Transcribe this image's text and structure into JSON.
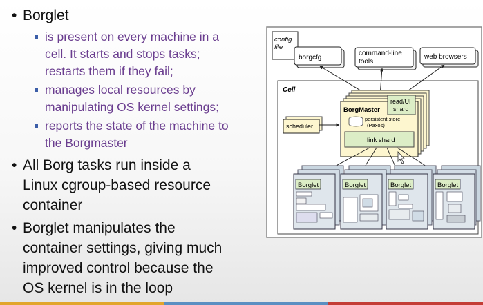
{
  "slide": {
    "bullet1": {
      "text": "Borglet"
    },
    "sub_bullets": [
      {
        "lines": [
          "is present on every machine in a",
          "cell. It starts and stops tasks;",
          "restarts them if they fail;"
        ]
      },
      {
        "lines": [
          "manages local resources by",
          "manipulating OS kernel settings;"
        ]
      },
      {
        "lines": [
          "reports the state of the machine to",
          "the Borgmaster"
        ]
      }
    ],
    "bullet2": {
      "lines": [
        "All Borg tasks run inside a",
        "Linux cgroup-based resource",
        "container"
      ]
    },
    "bullet3": {
      "lines": [
        "Borglet manipulates the",
        "container settings, giving much",
        "improved control because the",
        "OS kernel is in the loop"
      ]
    }
  },
  "diagram": {
    "config_file": [
      "config",
      "file"
    ],
    "borgcfg": "borgcfg",
    "command_line_tools": [
      "command-line",
      "tools"
    ],
    "web_browsers": "web browsers",
    "cell_label": "Cell",
    "borgmaster": "BorgMaster",
    "read_ui_shard": [
      "read/UI",
      "shard"
    ],
    "persistent_store": [
      "persistent store",
      "(Paxos)"
    ],
    "scheduler": "scheduler",
    "link_shard": "link shard",
    "borglets": [
      "Borglet",
      "Borglet",
      "Borglet",
      "Borglet"
    ]
  },
  "colors": {
    "bullet_text": "#111111",
    "sub_bullet_text": "#6a3d8f",
    "sub_bullet_marker": "#3c5ea8",
    "borgmaster_fill": "#fdf6cf",
    "link_shard_fill": "#dcedc6",
    "machine_fill": "#dfe6ec",
    "bottom_bar": [
      "#e2a52c",
      "#5b8fc2",
      "#c43d36"
    ]
  }
}
